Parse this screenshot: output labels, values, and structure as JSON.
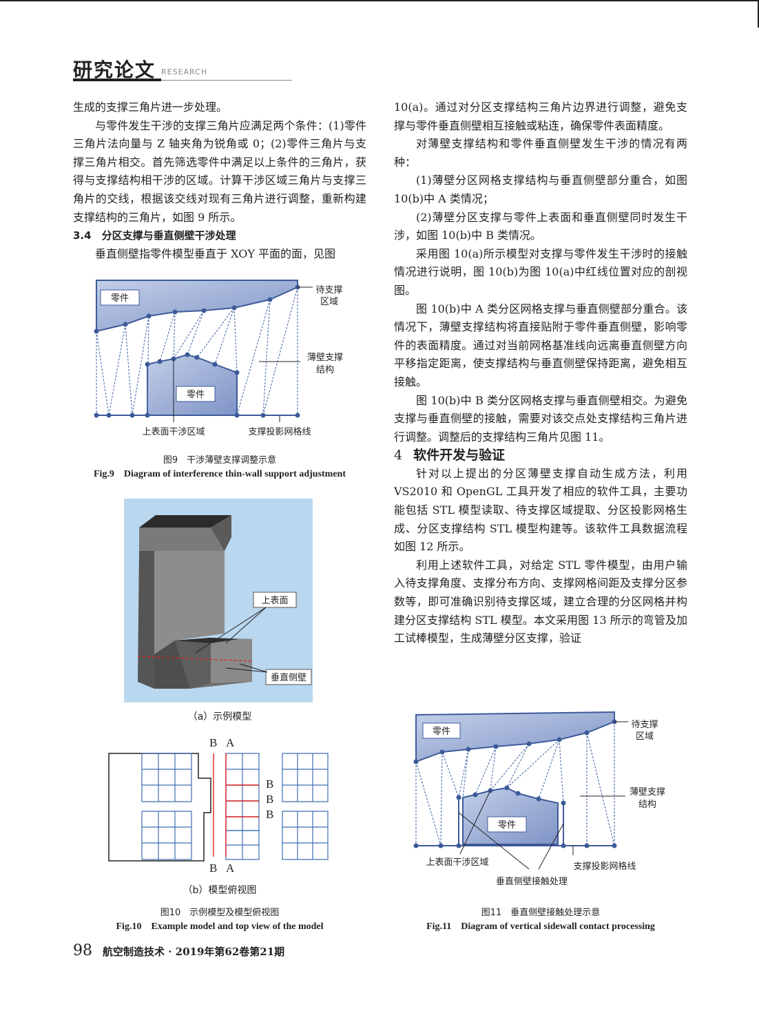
{
  "header": {
    "section_cn": "研究论文",
    "section_en": "RESEARCH"
  },
  "left_col": {
    "p1": "生成的支撑三角片进一步处理。",
    "p2": "与零件发生干涉的支撑三角片应满足两个条件：(1)零件三角片法向量与 Z 轴夹角为锐角或 0；(2)零件三角片与支撑三角片相交。首先筛选零件中满足以上条件的三角片，获得与支撑结构相干涉的区域。计算干涉区域三角片与支撑三角片的交线，根据该交线对现有三角片进行调整，重新构建支撑结构的三角片，如图 9 所示。",
    "heading_34": "3.4　分区支撑与垂直侧壁干涉处理",
    "p3": "垂直侧壁指零件模型垂直于 XOY 平面的面，见图"
  },
  "right_col": {
    "p1": "10(a)。通过对分区支撑结构三角片边界进行调整，避免支撑与零件垂直侧壁相互接触或粘连，确保零件表面精度。",
    "p2": "对薄壁支撑结构和零件垂直侧壁发生干涉的情况有两种：",
    "p3": "(1)薄壁分区网格支撑结构与垂直侧壁部分重合，如图 10(b)中 A 类情况；",
    "p4": "(2)薄壁分区支撑与零件上表面和垂直侧壁同时发生干涉，如图 10(b)中 B 类情况。",
    "p5": "采用图 10(a)所示模型对支撑与零件发生干涉时的接触情况进行说明，图 10(b)为图 10(a)中红线位置对应的剖视图。",
    "p6": "图 10(b)中 A 类分区网格支撑与垂直侧壁部分重合。该情况下，薄壁支撑结构将直接贴附于零件垂直侧壁，影响零件的表面精度。通过对当前网格基准线向远离垂直侧壁方向平移指定距离，使支撑结构与垂直侧壁保持距离，避免相互接触。",
    "p7": "图 10(b)中 B 类分区网格支撑与垂直侧壁相交。为避免支撑与垂直侧壁的接触，需要对该交点处支撑结构三角片进行调整。调整后的支撑结构三角片见图 11。",
    "heading_num": "4",
    "heading_4": "软件开发与验证",
    "p8": "针对以上提出的分区薄壁支撑自动生成方法，利用 VS2010 和 OpenGL 工具开发了相应的软件工具，主要功能包括 STL 模型读取、待支撑区域提取、分区投影网格生成、分区支撑结构 STL 模型构建等。该软件工具数据流程如图 12 所示。",
    "p9": "利用上述软件工具，对给定 STL 零件模型，由用户输入待支撑角度、支撑分布方向、支撑网格间距及支撑分区参数等，即可准确识别待支撑区域，建立合理的分区网格并构建分区支撑结构 STL 模型。本文采用图 13 所示的弯管及加工试棒模型，生成薄壁分区支撑，验证"
  },
  "fig9": {
    "part_top": "零件",
    "part_bottom": "零件",
    "to_support_1": "待支撑",
    "to_support_2": "区域",
    "thin_wall_1": "薄壁支撑",
    "thin_wall_2": "结构",
    "upper_interf": "上表面干涉区域",
    "proj_grid": "支撑投影网格线",
    "caption_cn": "图9　干涉薄壁支撑调整示意",
    "caption_en": "Fig.9　Diagram of interference thin-wall support adjustment"
  },
  "fig10": {
    "upper_surface": "上表面",
    "vertical_wall": "垂直侧壁",
    "sub_a": "（a）示例模型",
    "label_B_top": "B",
    "label_A_top": "A",
    "label_B1": "B",
    "label_B2": "B",
    "label_B3": "B",
    "label_B_bot": "B",
    "label_A_bot": "A",
    "sub_b": "（b）模型俯视图",
    "caption_cn": "图10　示例模型及模型俯视图",
    "caption_en": "Fig.10　Example model and top view of the model"
  },
  "fig11": {
    "part_top": "零件",
    "part_bottom": "零件",
    "to_support_1": "待支撑",
    "to_support_2": "区域",
    "thin_wall_1": "薄壁支撑",
    "thin_wall_2": "结构",
    "upper_interf": "上表面干涉区域",
    "proj_grid": "支撑投影网格线",
    "wall_contact": "垂直侧壁接触处理",
    "caption_cn": "图11　垂直侧壁接触处理示意",
    "caption_en": "Fig.11　Diagram of vertical sidewall contact processing"
  },
  "footer": {
    "page": "98",
    "journal": "航空制造技术 · 2019年第62卷第21期"
  },
  "colors": {
    "part_blue": "#8ea2cf",
    "line_blue": "#3d5a99",
    "bg_lightblue": "#b9d7ee",
    "red": "#d22"
  }
}
